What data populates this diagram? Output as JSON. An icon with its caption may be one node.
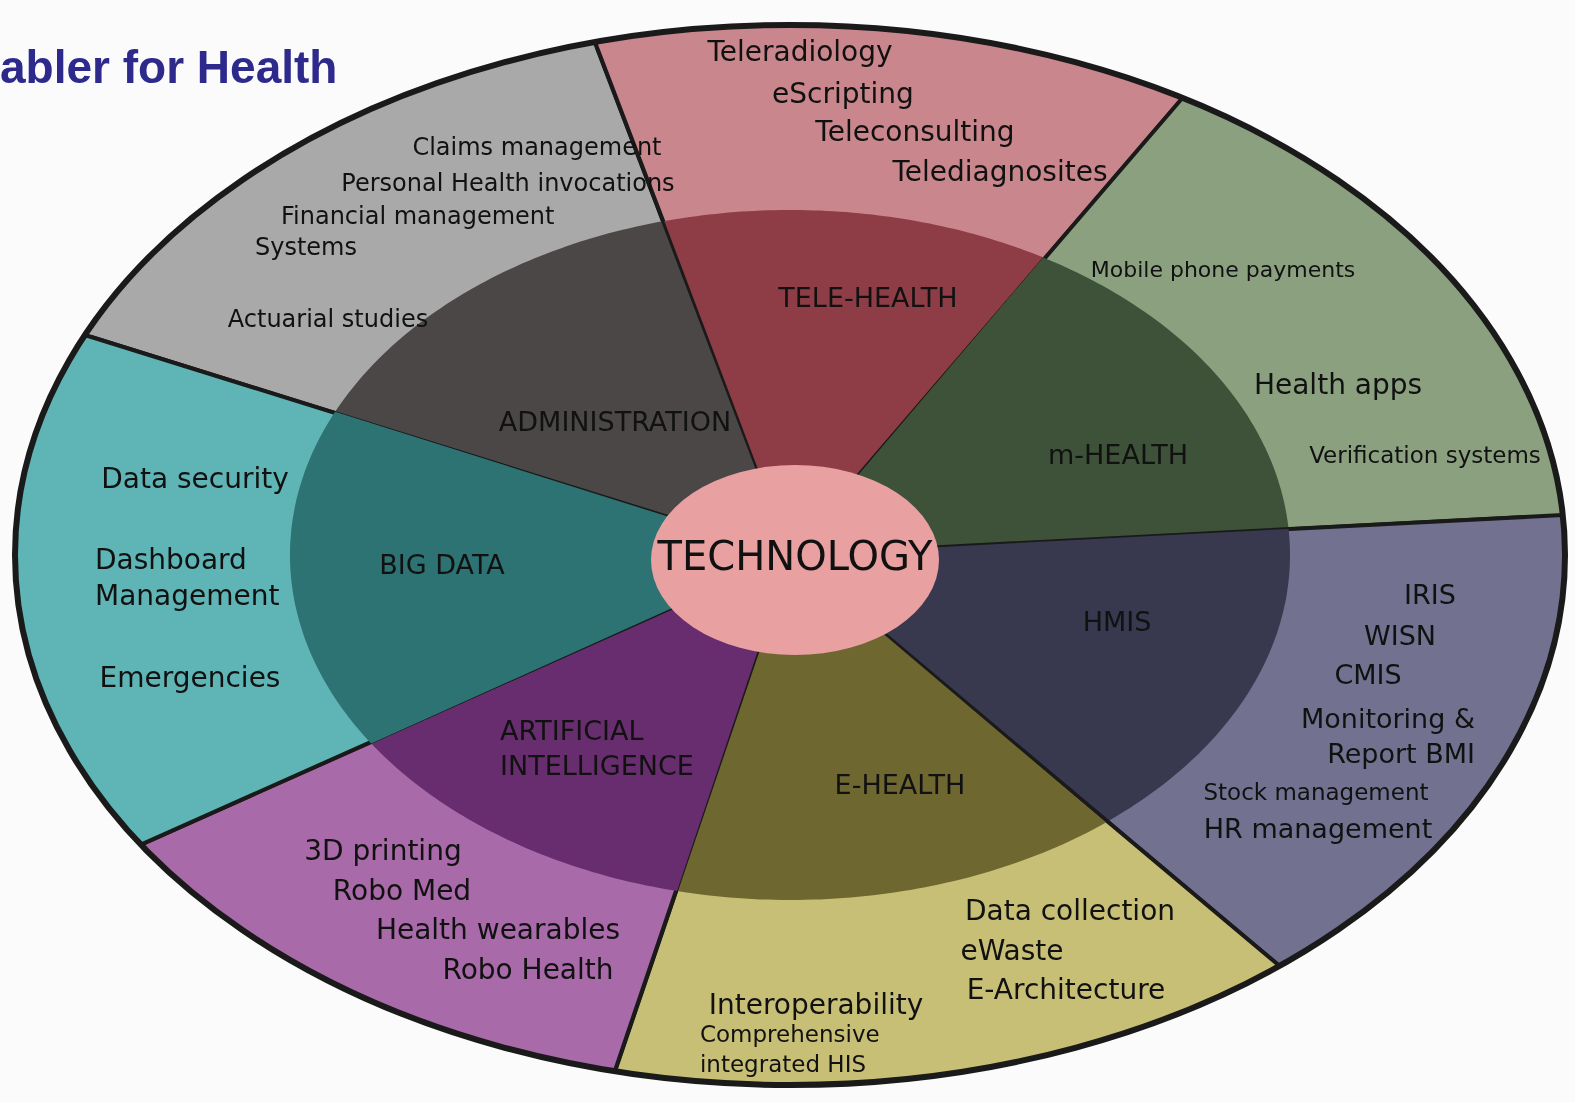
{
  "diagram": {
    "title": "abler for Health",
    "nodes": [
      {
        "text": [
          "TECHNOLOGY"
        ]
      },
      {
        "text": [
          "ADMINISTRATION",
          "Claims management",
          "Personal Health invocations",
          "Financial management Systems",
          "Actuarial studies"
        ]
      },
      {
        "text": [
          "TELE-HEALTH",
          "Teleradiology",
          "eScripting",
          "Teleconsulting",
          "Telediagnosites"
        ]
      },
      {
        "text": [
          "m-HEALTH",
          "Mobile phone payments",
          "Health apps",
          "Verification systems"
        ]
      },
      {
        "text": [
          "HMIS",
          "IRIS",
          "WISN",
          "CMIS",
          "Monitoring & Report BMI",
          "Stock management",
          "HR management"
        ]
      },
      {
        "text": [
          "E-HEALTH",
          "Data collection",
          "eWaste",
          "E-Architecture",
          "Interoperability",
          "Comprehensive integrated HIS"
        ]
      },
      {
        "text": [
          "ARTIFICIAL INTELLIGENCE",
          "3D printing",
          "Robo Med",
          "Health wearables",
          "Robo Health"
        ]
      },
      {
        "text": [
          "BIG DATA",
          "Data security",
          "Dashboard Management",
          "Emergencies"
        ]
      }
    ]
  }
}
